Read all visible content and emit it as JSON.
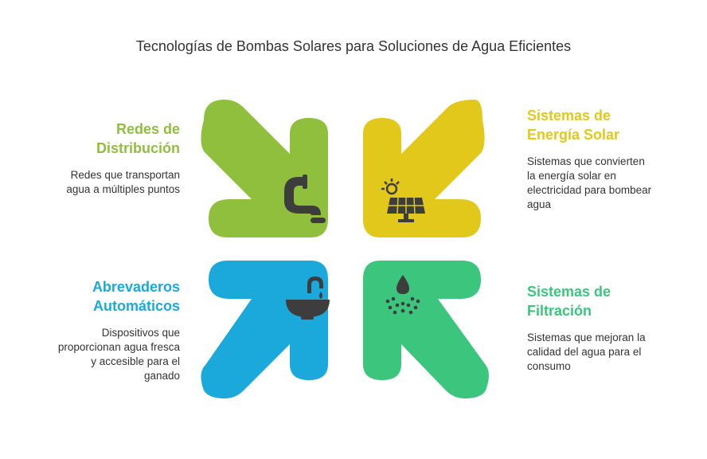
{
  "title": "Tecnologías de Bombas Solares para Soluciones de Agua Eficientes",
  "items": [
    {
      "heading": [
        "Redes de",
        "Distribución"
      ],
      "desc": [
        "Redes que transportan",
        "agua a múltiples puntos"
      ],
      "color": "#8fbf3c",
      "icon": "pipe-faucet-icon"
    },
    {
      "heading": [
        "Sistemas de",
        "Energía Solar"
      ],
      "desc": [
        "Sistemas que convierten",
        "la energía solar en",
        "electricidad para bombear",
        "agua"
      ],
      "color": "#e2c81a",
      "icon": "solar-panel-sun-icon"
    },
    {
      "heading": [
        "Abrevaderos",
        "Automáticos"
      ],
      "desc": [
        "Dispositivos que",
        "proporcionan agua fresca",
        "y accesible para el",
        "ganado"
      ],
      "color": "#1ba9dc",
      "icon": "trough-faucet-icon"
    },
    {
      "heading": [
        "Sistemas de",
        "Filtración"
      ],
      "desc": [
        "Sistemas que mejoran la",
        "calidad del agua para el",
        "consumo"
      ],
      "color": "#3cc57d",
      "icon": "water-drop-filter-icon"
    }
  ]
}
